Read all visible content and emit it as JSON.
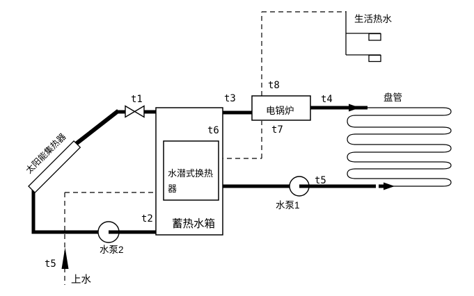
{
  "equipment": {
    "solar_collector": "太阳能集热器",
    "storage_tank": "蓄热水箱",
    "submerged_heat_exchanger_line1": "水潜式换热",
    "submerged_heat_exchanger_line2": "器",
    "electric_boiler": "电锅炉",
    "heating_coil": "盘管",
    "pump_1": "水泵1",
    "pump_2": "水泵2"
  },
  "flows": {
    "domestic_hot_water": "生活热水",
    "supply_water": "上水"
  },
  "temperature_sensors": {
    "t1": "t1",
    "t2": "t2",
    "t3": "t3",
    "t4": "t4",
    "t5_coil_return": "t5",
    "t5_supply": "t5",
    "t6": "t6",
    "t7": "t7",
    "t8": "t8"
  },
  "colors": {
    "line": "#000000",
    "background": "#ffffff"
  }
}
